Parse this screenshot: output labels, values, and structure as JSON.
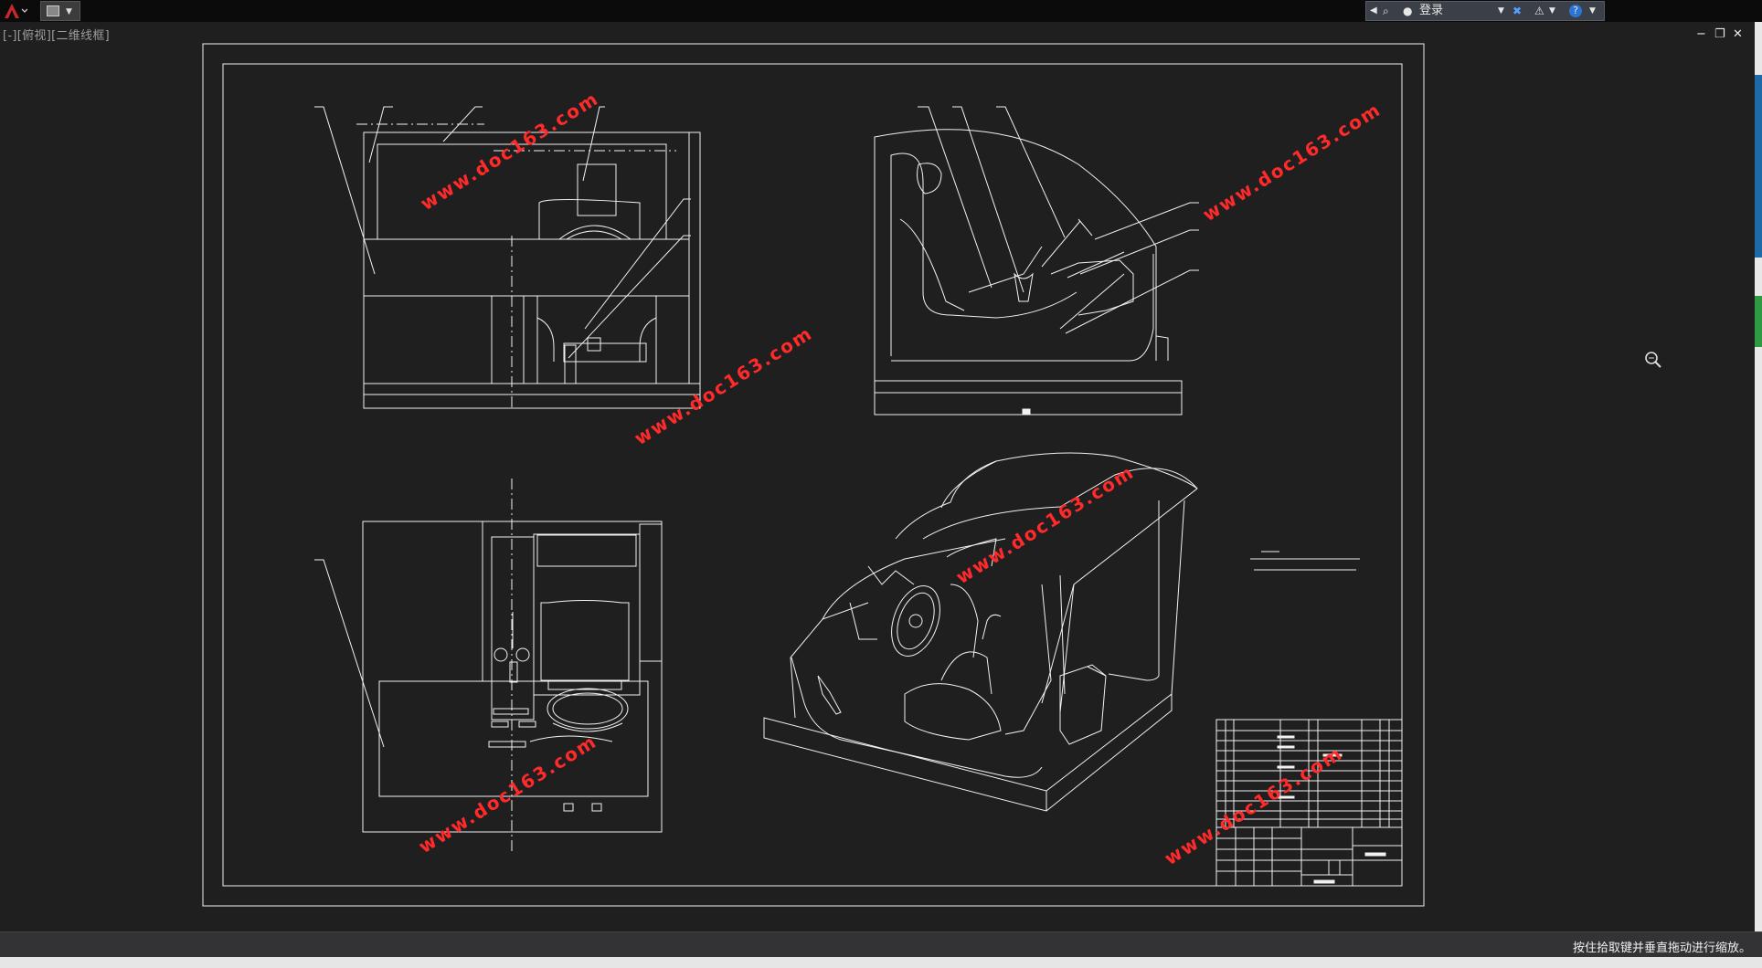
{
  "app": {
    "quick_access_icon": "document-icon",
    "logo_icon": "autocad-a-icon"
  },
  "search": {
    "login_label": "登录",
    "help_label": "?"
  },
  "viewport": {
    "label": "[-][俯视][二维线框]"
  },
  "window_controls": {
    "minimize": "−",
    "restore": "❐",
    "close": "✕"
  },
  "status": {
    "message": "按住拾取键并垂直拖动进行缩放。"
  },
  "watermarks": [
    "www.doc163.com",
    "www.doc163.com",
    "www.doc163.com",
    "www.doc163.com",
    "www.doc163.com",
    "www.doc163.com"
  ],
  "colors": {
    "canvas": "#1f1f1f",
    "line": "#f2f2f2",
    "watermark": "#ff2a2a",
    "logo": "#c8282a"
  }
}
